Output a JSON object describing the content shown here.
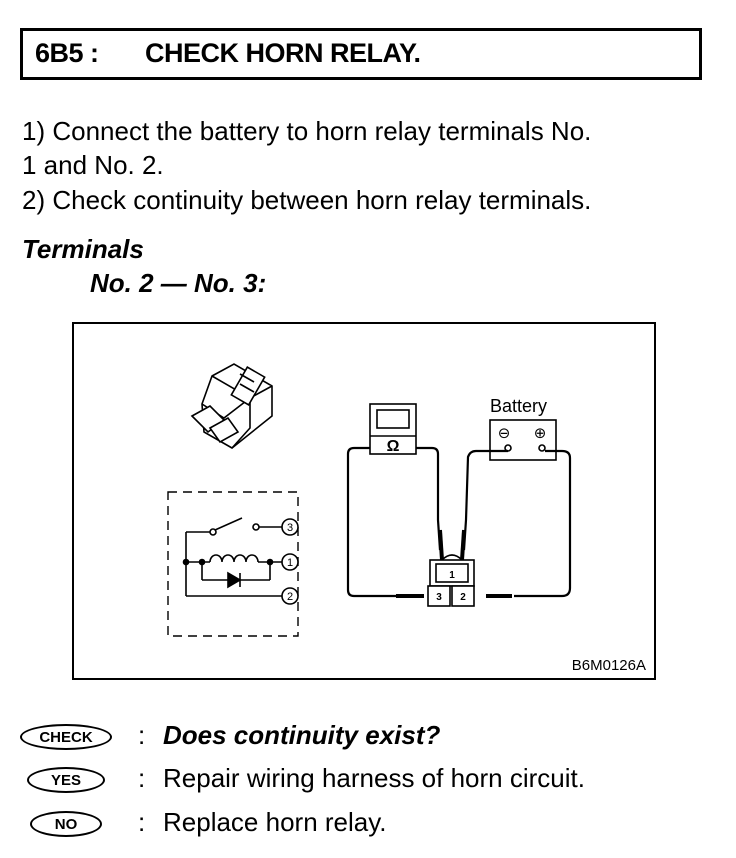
{
  "header": {
    "code": "6B5 :",
    "title": "CHECK HORN RELAY."
  },
  "steps": {
    "step1_a": "1)  Connect the battery to horn relay terminals No.",
    "step1_b": "1 and No. 2.",
    "step2": "2)  Check continuity between horn relay terminals."
  },
  "terminals": {
    "heading": "Terminals",
    "pair": "No. 2 — No. 3:"
  },
  "figure": {
    "battery_label": "Battery",
    "figure_code": "B6M0126A",
    "ohm_symbol": "Ω",
    "minus_symbol": "⊖",
    "plus_symbol": "⊕",
    "schematic_terminals": [
      "3",
      "1",
      "2"
    ],
    "connector_terminals": [
      "1",
      "3",
      "2"
    ]
  },
  "checks": [
    {
      "badge": "CHECK",
      "text": "Does continuity exist?"
    },
    {
      "badge": "YES",
      "text": "Repair wiring harness of horn circuit."
    },
    {
      "badge": "NO",
      "text": "Replace horn relay."
    }
  ],
  "colon": ":"
}
